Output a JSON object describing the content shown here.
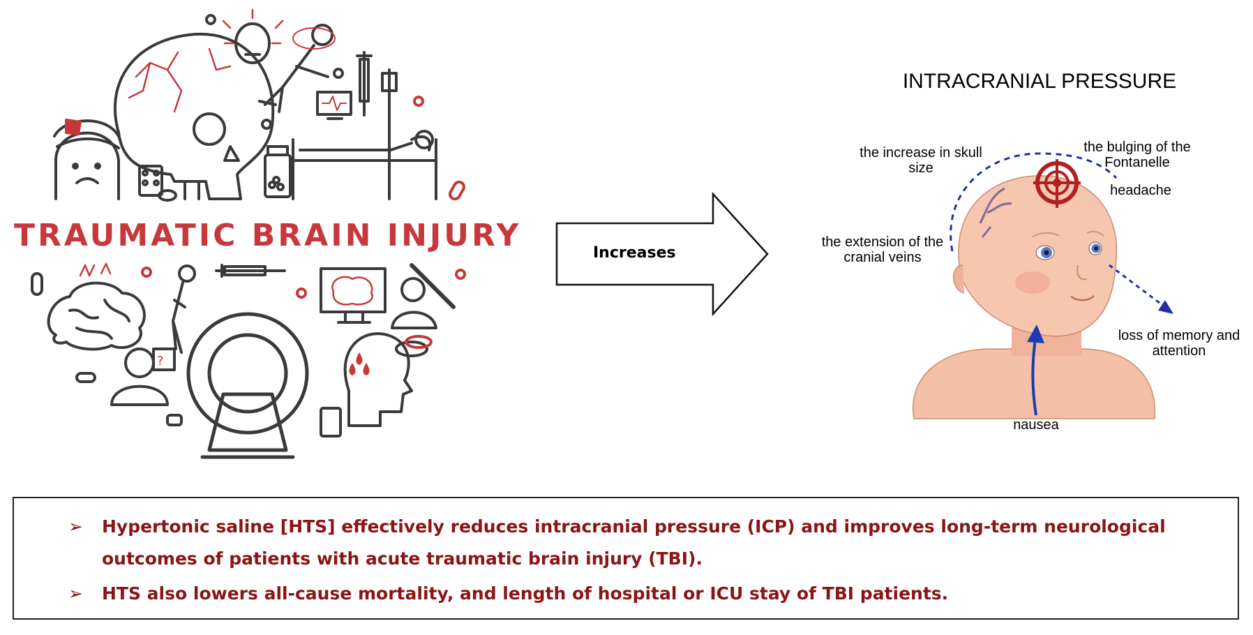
{
  "left_panel": {
    "title": "TRAUMATIC BRAIN INJURY"
  },
  "arrow": {
    "label": "Increases"
  },
  "right_panel": {
    "title": "INTRACRANIAL PRESSURE",
    "labels": {
      "skull_size": "the increase in skull size",
      "fontanelle": "the bulging of the Fontanelle",
      "headache": "headache",
      "cranial_veins": "the extension of the cranial veins",
      "memory": "loss of memory and attention",
      "nausea": "nausea"
    }
  },
  "summary": {
    "bullet_marker": "➢",
    "bullets": [
      "Hypertonic saline [HTS] effectively reduces intracranial pressure (ICP) and improves long-term neurological outcomes of patients with acute traumatic brain injury (TBI).",
      "HTS also lowers all-cause mortality, and length of hospital or ICU stay of TBI patients."
    ]
  },
  "colors": {
    "accent_red": "#c8373a",
    "bullet_text": "#8b1414",
    "line_gray": "#3a3a3a",
    "skin": "#f4c0a8",
    "eye_blue": "#5a79c8",
    "dashed_blue": "#1f2fa8"
  },
  "icons": [
    "skull-icon",
    "bandaged-head-icon",
    "pain-face-icon",
    "falling-person-icon",
    "syringe-icon",
    "iv-drip-icon",
    "monitor-icon",
    "hospital-bed-icon",
    "pill-bottle-icon",
    "brain-icon",
    "mri-scanner-icon",
    "head-bleeding-icon",
    "baseball-bat-person-icon",
    "confused-person-icon",
    "pill-blister-icon",
    "capsule-icon"
  ]
}
